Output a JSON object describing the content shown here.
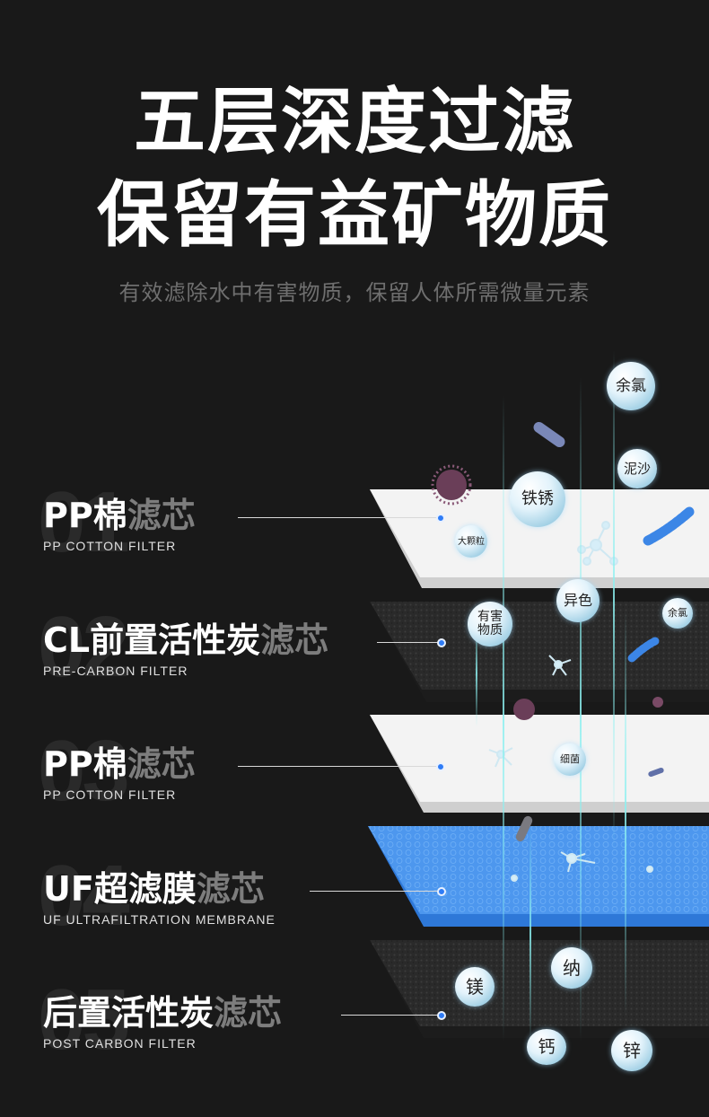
{
  "title_line1": "五层深度过滤",
  "title_line2": "保留有益矿物质",
  "subtitle": "有效滤除水中有害物质，保留人体所需微量元素",
  "layers": [
    {
      "num": "01",
      "name": "PP棉",
      "suffix": "滤芯",
      "en": "PP COTTON FILTER"
    },
    {
      "num": "02",
      "name": "CL前置活性炭",
      "suffix": "滤芯",
      "en": "PRE-CARBON FILTER"
    },
    {
      "num": "03",
      "name": "PP棉",
      "suffix": "滤芯",
      "en": "PP COTTON FILTER"
    },
    {
      "num": "04",
      "name": "UF超滤膜",
      "suffix": "滤芯",
      "en": "UF ULTRAFILTRATION MEMBRANE"
    },
    {
      "num": "05",
      "name": "后置活性炭",
      "suffix": "滤芯",
      "en": "POST CARBON FILTER"
    }
  ],
  "bubbles": {
    "yulv1": "余氯",
    "nisha": "泥沙",
    "tiexiu": "铁锈",
    "dakeli": "大颗粒",
    "yise": "异色",
    "youhai": "有害物质",
    "yulv2": "余氯",
    "xijun": "细菌",
    "mei": "镁",
    "na": "纳",
    "gai": "钙",
    "xin": "锌"
  },
  "colors": {
    "background": "#191919",
    "white_layer": "#f2f2f2",
    "carbon_layer": "#2b2b2b",
    "uf_layer": "#4f9bf0",
    "dot": "#2f7cf6"
  }
}
